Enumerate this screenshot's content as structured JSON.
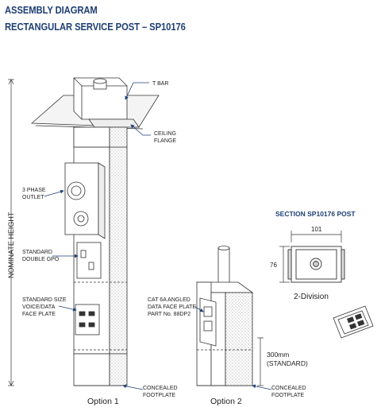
{
  "header": {
    "title": "ASSEMBLY DIAGRAM",
    "subtitle": "RECTANGULAR SERVICE POST – SP10176"
  },
  "labels": {
    "t_bar": "T BAR",
    "ceiling_flange_1": "CEILING",
    "ceiling_flange_2": "FLANGE",
    "three_phase_1": "3 PHASE",
    "three_phase_2": "OUTLET",
    "gpo_1": "STANDARD",
    "gpo_2": "DOUBLE GPO",
    "vd_1": "STANDARD SIZE",
    "vd_2": "VOICE/DATA",
    "vd_3": "FACE PLATE",
    "nominate_height": "NOMINATE HEIGHT",
    "cat6_1": "CAT 6A ANGLED",
    "cat6_2": "DATA FACE PLATE",
    "cat6_3": "PART No. 88DP2",
    "concealed_1_a": "CONCEALED",
    "concealed_1_b": "FOOTPLATE",
    "concealed_2_a": "CONCEALED",
    "concealed_2_b": "FOOTPLATE",
    "dim_300_a": "300mm",
    "dim_300_b": "(STANDARD)",
    "option_1": "Option 1",
    "option_2": "Option 2"
  },
  "section": {
    "title": "SECTION SP10176 POST",
    "width": "101",
    "height": "76",
    "caption": "2-Division"
  }
}
